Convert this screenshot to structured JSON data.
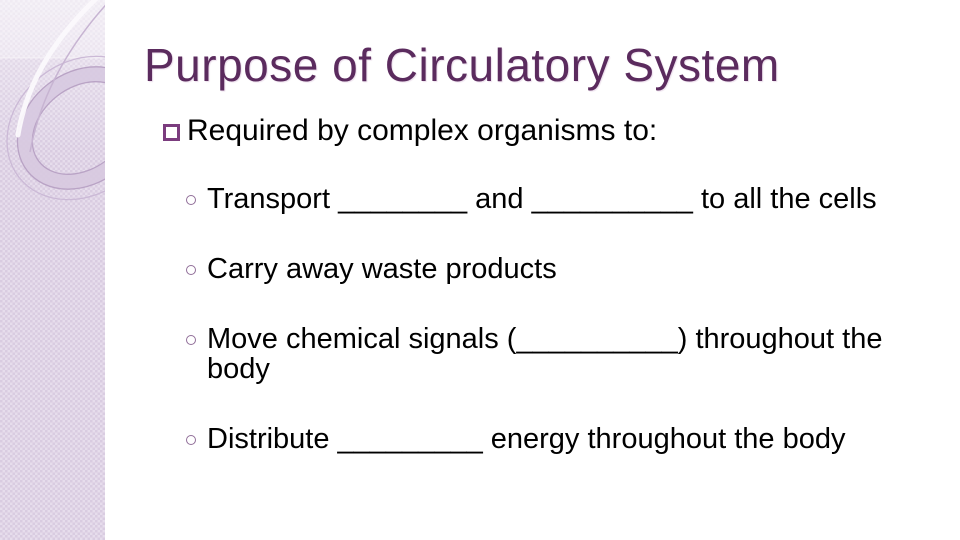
{
  "slide": {
    "title": "Purpose of Circulatory System",
    "bullet": {
      "label": "Required by complex organisms to:"
    },
    "sub_bullets": [
      "Transport ________ and __________ to all the cells",
      "Carry away waste products",
      "Move chemical signals (__________) throughout the body",
      "Distribute _________ energy throughout the body"
    ]
  },
  "theme": {
    "title_color": "#5B2B5E",
    "body_text_color": "#000000",
    "square_bullet_color": "#7B3C7E",
    "circle_bullet_color": "#916E99",
    "sidebar_base_color": "#D9CCE1",
    "sidebar_check_color": "#E6DDEC",
    "page_background": "#FFFFFF"
  }
}
